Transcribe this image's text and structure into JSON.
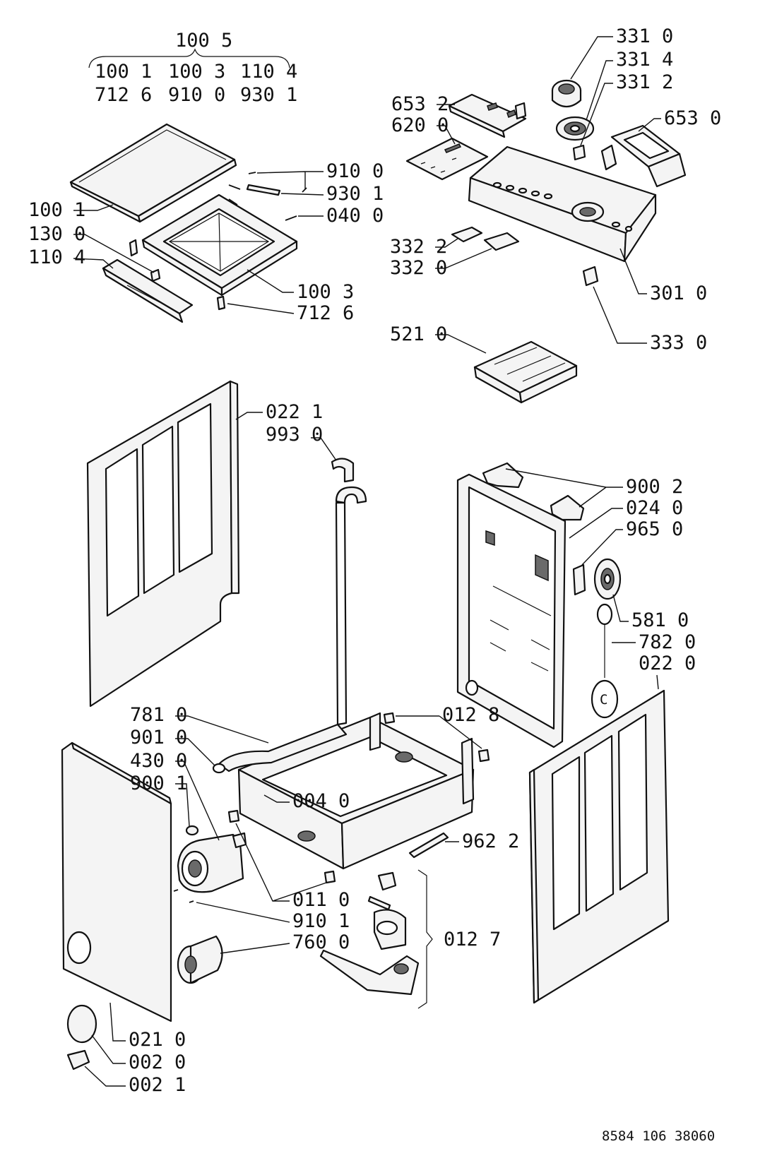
{
  "labels": {
    "l1005": "100 5",
    "l1001a": "100 1",
    "l1003a": "100 3",
    "l1104a": "110 4",
    "l7126a": "712 6",
    "l9100a": "910 0",
    "l9301a": "930 1",
    "l9100": "910 0",
    "l9301": "930 1",
    "l0400": "040 0",
    "l1001": "100 1",
    "l1300": "130 0",
    "l1104": "110 4",
    "l1003": "100 3",
    "l7126": "712 6",
    "l3310": "331 0",
    "l3314": "331 4",
    "l3312": "331 2",
    "l6532": "653 2",
    "l6200": "620 0",
    "l6530": "653 0",
    "l3322": "332 2",
    "l3320": "332 0",
    "l3010": "301 0",
    "l3330": "333 0",
    "l5210": "521 0",
    "l0221": "022 1",
    "l9930": "993 0",
    "l9002": "900 2",
    "l0240": "024 0",
    "l9650": "965 0",
    "l5810": "581 0",
    "l7820": "782 0",
    "l0220": "022 0",
    "l7810": "781 0",
    "l9010": "901 0",
    "l4300": "430 0",
    "l9001": "900 1",
    "l0128": "012 8",
    "l0040": "004 0",
    "l9622": "962 2",
    "l0110": "011 0",
    "l9101": "910 1",
    "l7600": "760 0",
    "l0127": "012 7",
    "l0210": "021 0",
    "l0020": "002 0",
    "l0021": "002 1"
  },
  "reference": "8584 106 38060"
}
